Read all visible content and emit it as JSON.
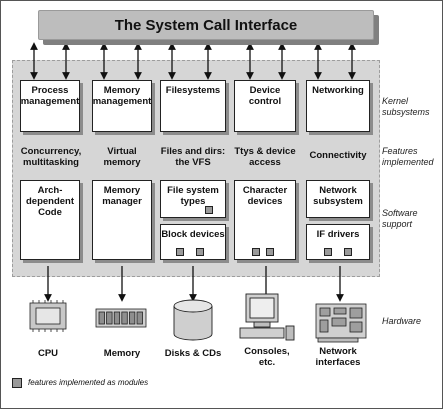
{
  "title": "The System Call Interface",
  "subsystems": [
    {
      "label": "Process management",
      "feature": "Concurrency, multitasking",
      "support": "Arch-dependent Code",
      "hardware": "CPU"
    },
    {
      "label": "Memory management",
      "feature": "Virtual memory",
      "support": "Memory manager",
      "hardware": "Memory"
    },
    {
      "label": "Filesystems",
      "feature": "Files and dirs: the VFS",
      "support_top": "File system types",
      "support_bottom": "Block devices",
      "hardware": "Disks & CDs"
    },
    {
      "label": "Device control",
      "feature": "Ttys & device access",
      "support": "Character devices",
      "hardware": "Consoles, etc."
    },
    {
      "label": "Networking",
      "feature": "Connectivity",
      "support": "Network subsystem",
      "support_bottom": "IF drivers",
      "hardware": "Network interfaces"
    }
  ],
  "side_labels": {
    "kernel": "Kernel subsystems",
    "features": "Features implemented",
    "software": "Software support",
    "hardware": "Hardware"
  },
  "legend": "features implemented as modules"
}
